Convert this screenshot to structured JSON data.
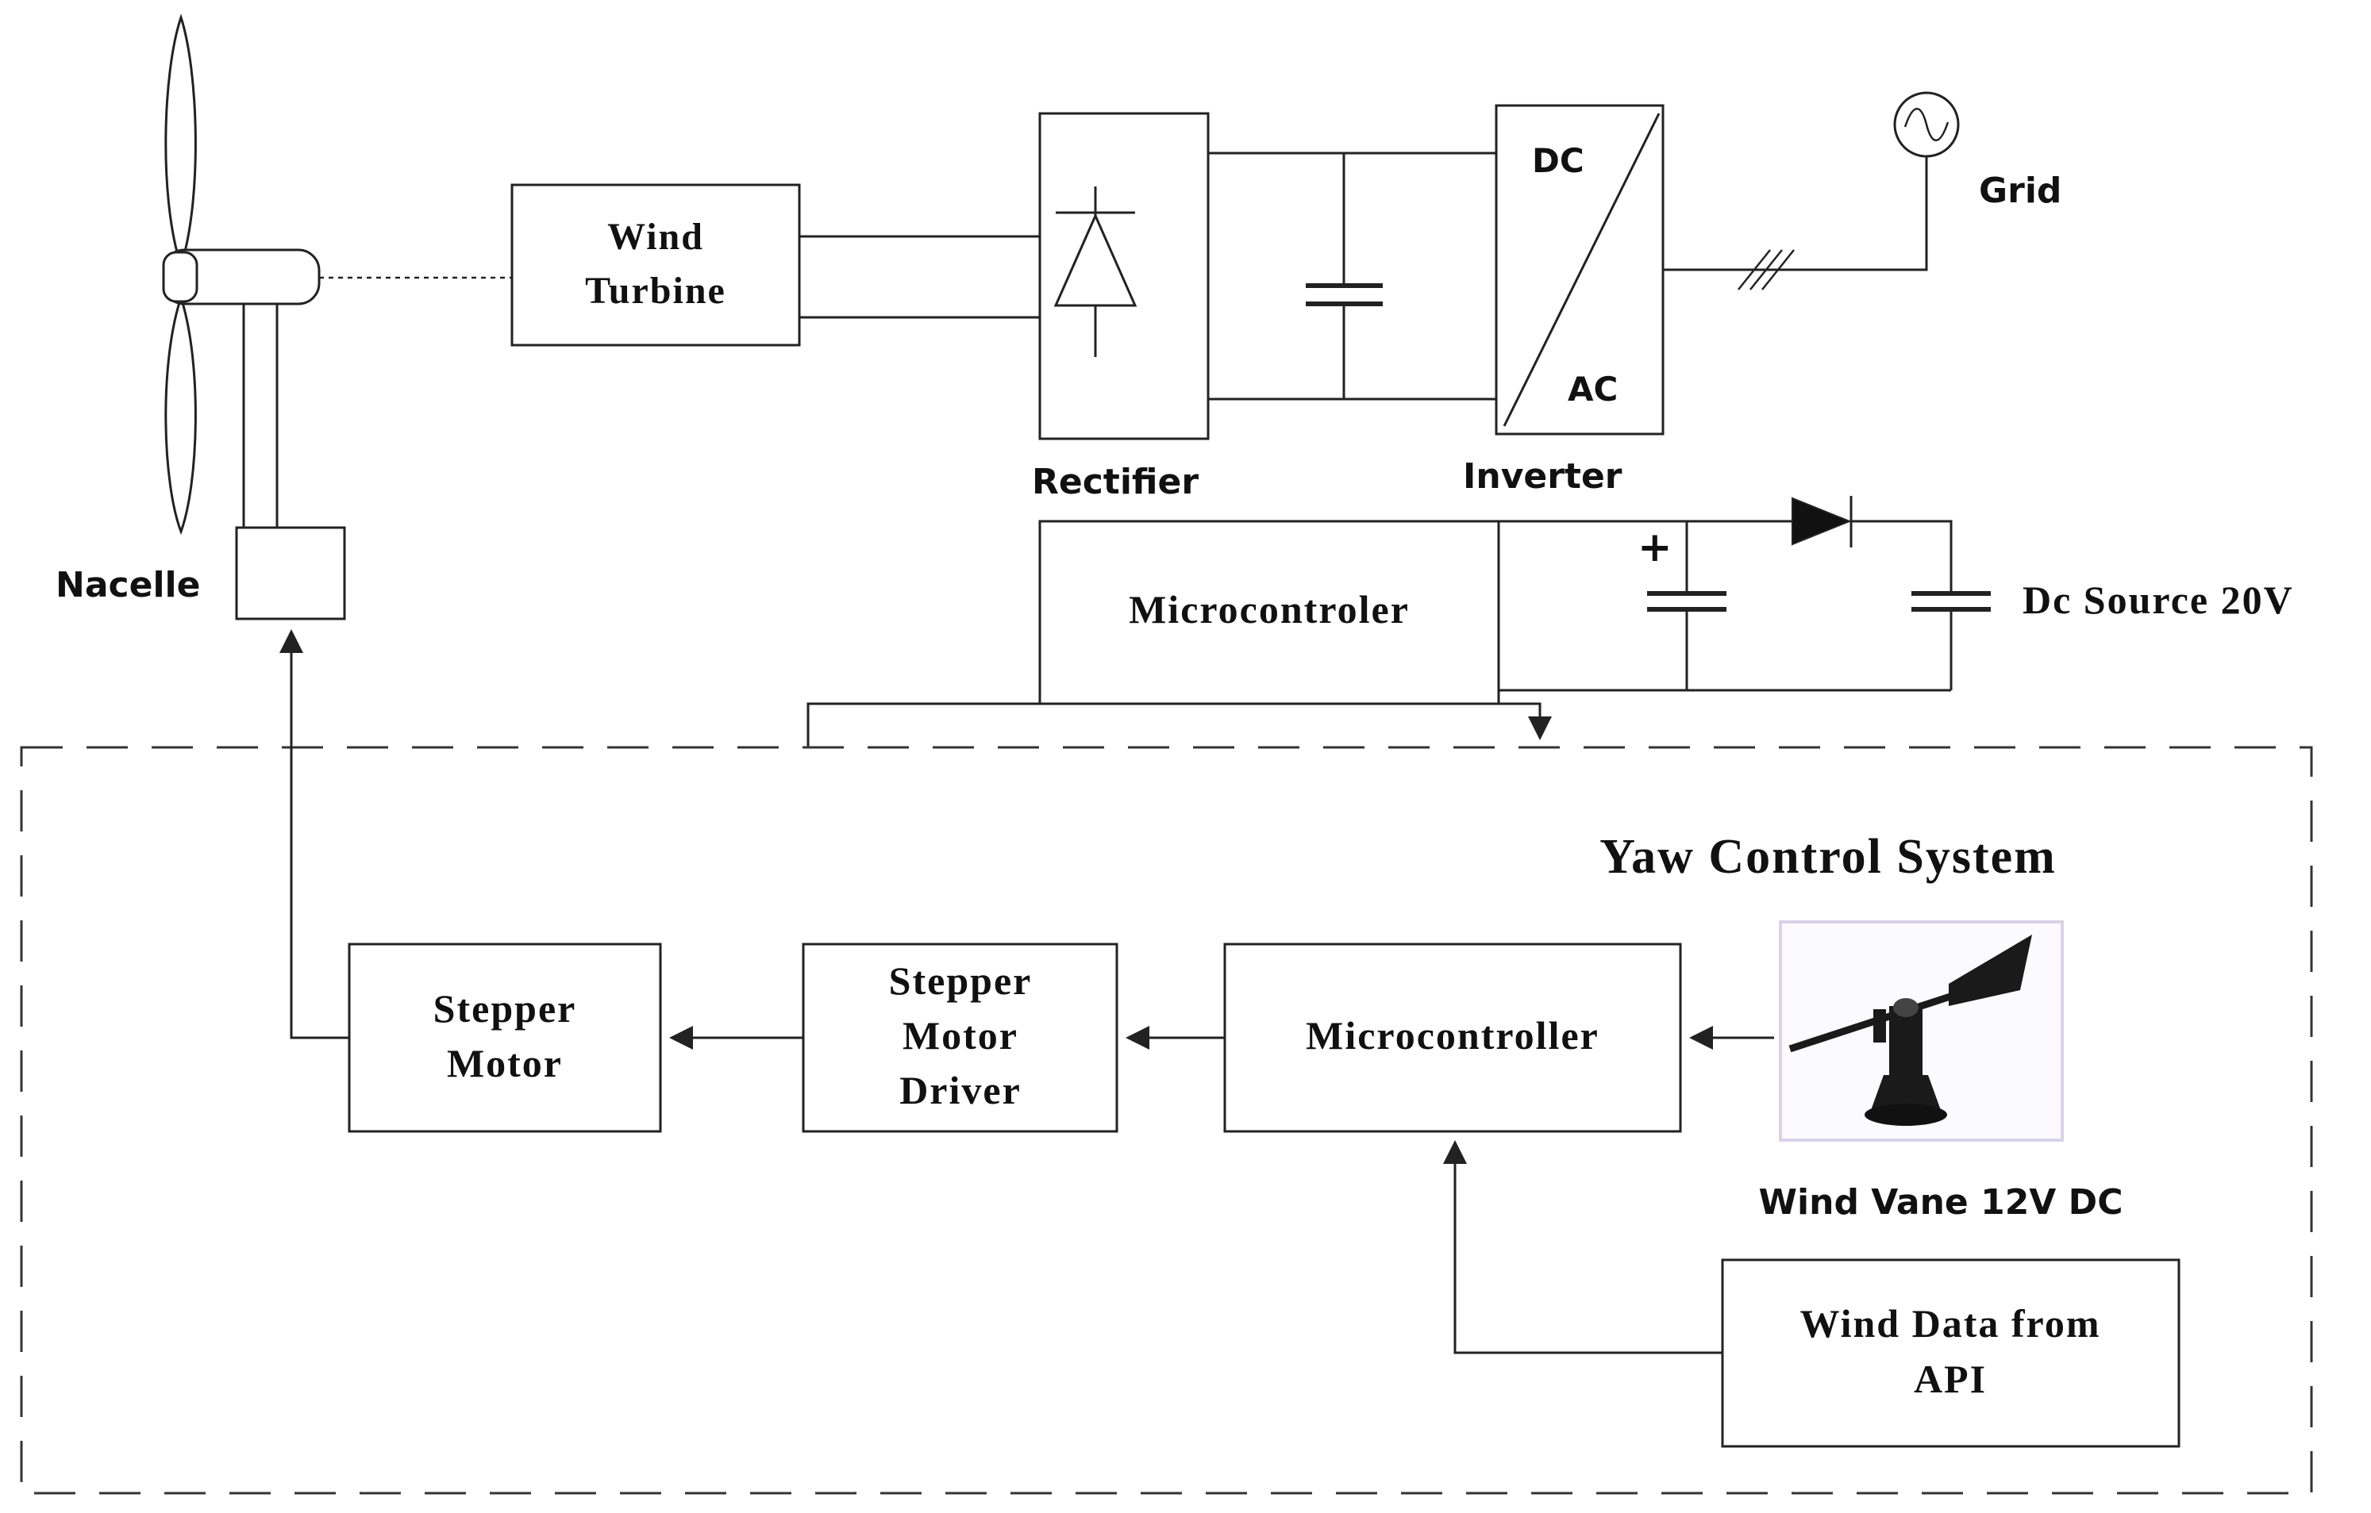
{
  "colors": {
    "line": "#222222",
    "background": "#ffffff",
    "vane": "#1a1a1a",
    "vane_frame": "#d9d2e9"
  },
  "labels": {
    "nacelle": "Nacelle",
    "wind_turbine": [
      "Wind",
      "Turbine"
    ],
    "rectifier": "Rectifier",
    "inverter": "Inverter",
    "inverter_dc": "DC",
    "inverter_ac": "AC",
    "grid": "Grid",
    "microcontroler_top": "Microcontroler",
    "dc_source": "Dc Source 20V",
    "yaw_title": "Yaw Control System",
    "stepper_motor": [
      "Stepper",
      "Motor"
    ],
    "stepper_driver": [
      "Stepper",
      "Motor",
      "Driver"
    ],
    "microcontroller": "Microcontroller",
    "wind_vane": "Wind Vane 12V DC",
    "wind_data": [
      "Wind Data from",
      "API"
    ],
    "cap_plus": "+"
  },
  "icons": [
    "wind-turbine-rotor-icon",
    "diode-icon",
    "capacitor-icon",
    "ac-source-icon",
    "three-phase-marker-icon",
    "wind-vane-icon"
  ]
}
